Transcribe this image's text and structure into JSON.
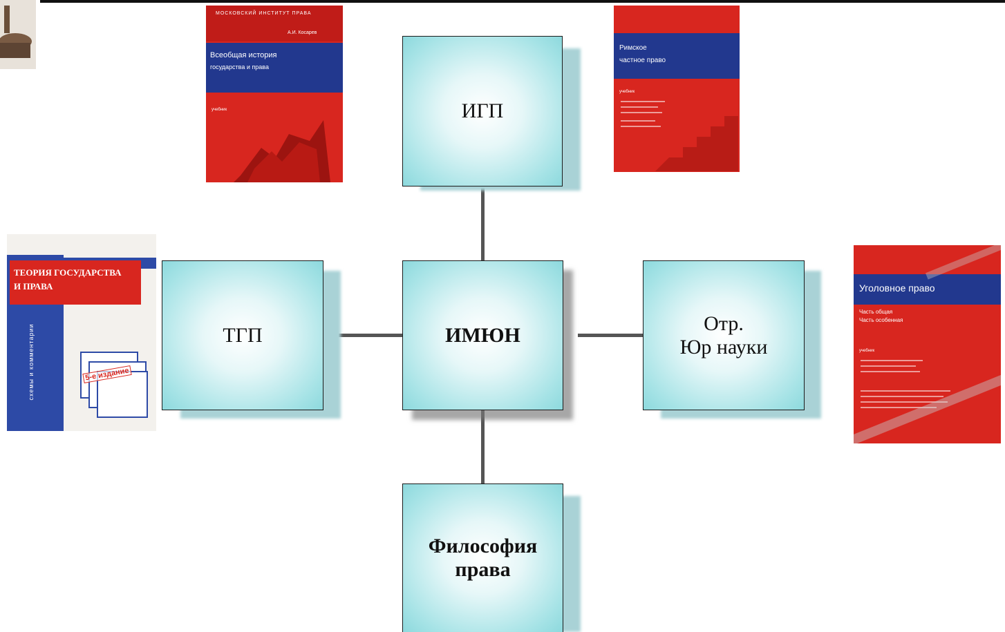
{
  "diagram": {
    "center": {
      "label": "ИМЮН"
    },
    "top": {
      "label": "ИГП"
    },
    "left": {
      "label": "ТГП"
    },
    "right": {
      "label_line1": "Отр.",
      "label_line2": "Юр науки"
    },
    "bottom": {
      "label_line1": "Философия",
      "label_line2": "права"
    }
  },
  "books": {
    "history": {
      "header": "МОСКОВСКИЙ ИНСТИТУТ ПРАВА",
      "author": "А.И. Косарев",
      "title_line1": "Всеобщая история",
      "title_line2": "государства и права",
      "subtitle": "учебник"
    },
    "roman": {
      "title_line1": "Римское",
      "title_line2": "частное право",
      "subtitle": "учебник"
    },
    "theory": {
      "title_line1": "ТЕОРИЯ ГОСУДАРСТВА",
      "title_line2": "И ПРАВА",
      "side_text": "схемы и комментарии",
      "stamp": "5-е издание"
    },
    "criminal": {
      "title": "Уголовное право",
      "line1": "Часть общая",
      "line2": "Часть особенная",
      "subtitle": "учебник"
    }
  },
  "colors": {
    "node_fill": "#a6e3e6",
    "book_red": "#d8261f",
    "book_blue": "#22388e"
  }
}
